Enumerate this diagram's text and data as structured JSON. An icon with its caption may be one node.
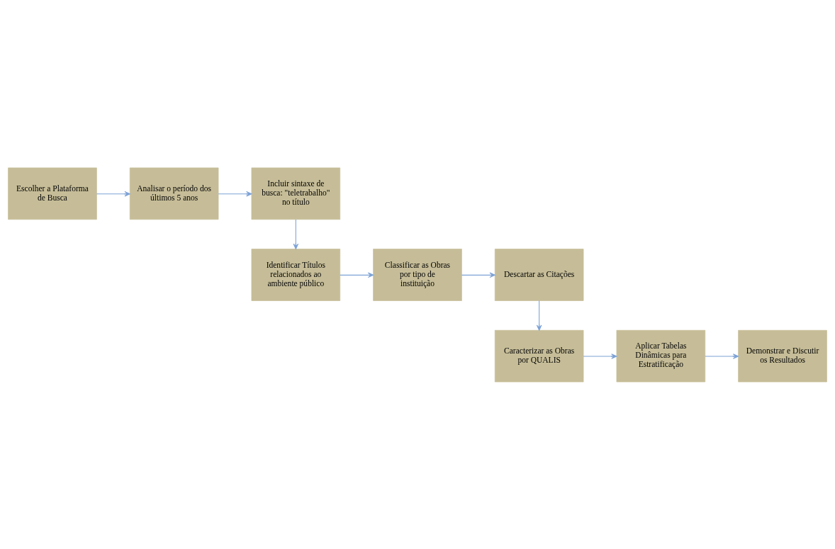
{
  "diagram": {
    "nodes": [
      {
        "text": [
          "Escolher a Plataforma de Busca"
        ]
      },
      {
        "text": [
          "Analisar o período dos últimos 5 anos"
        ]
      },
      {
        "text": [
          "Incluir sintaxe de busca: \"teletrabalho\" no título"
        ]
      },
      {
        "text": [
          "Identificar Títulos relacionados ao ambiente público"
        ]
      },
      {
        "text": [
          "Classificar as Obras por tipo de instituição"
        ]
      },
      {
        "text": [
          "Descartar as Citações"
        ]
      },
      {
        "text": [
          "Caracterizar as Obras por QUALIS"
        ]
      },
      {
        "text": [
          "Aplicar Tabelas Dinâmicas para Estratificação"
        ]
      },
      {
        "text": [
          "Demonstrar e Discutir os Resultados"
        ]
      }
    ],
    "edges": [
      {
        "from": 0,
        "to": 1,
        "arrow": "to"
      },
      {
        "from": 1,
        "to": 2,
        "arrow": "to"
      },
      {
        "from": 2,
        "to": 3,
        "arrow": "to"
      },
      {
        "from": 3,
        "to": 4,
        "arrow": "to"
      },
      {
        "from": 4,
        "to": 5,
        "arrow": "to"
      },
      {
        "from": 5,
        "to": 6,
        "arrow": "to"
      },
      {
        "from": 6,
        "to": 7,
        "arrow": "to"
      },
      {
        "from": 7,
        "to": 8,
        "arrow": "to"
      }
    ]
  }
}
